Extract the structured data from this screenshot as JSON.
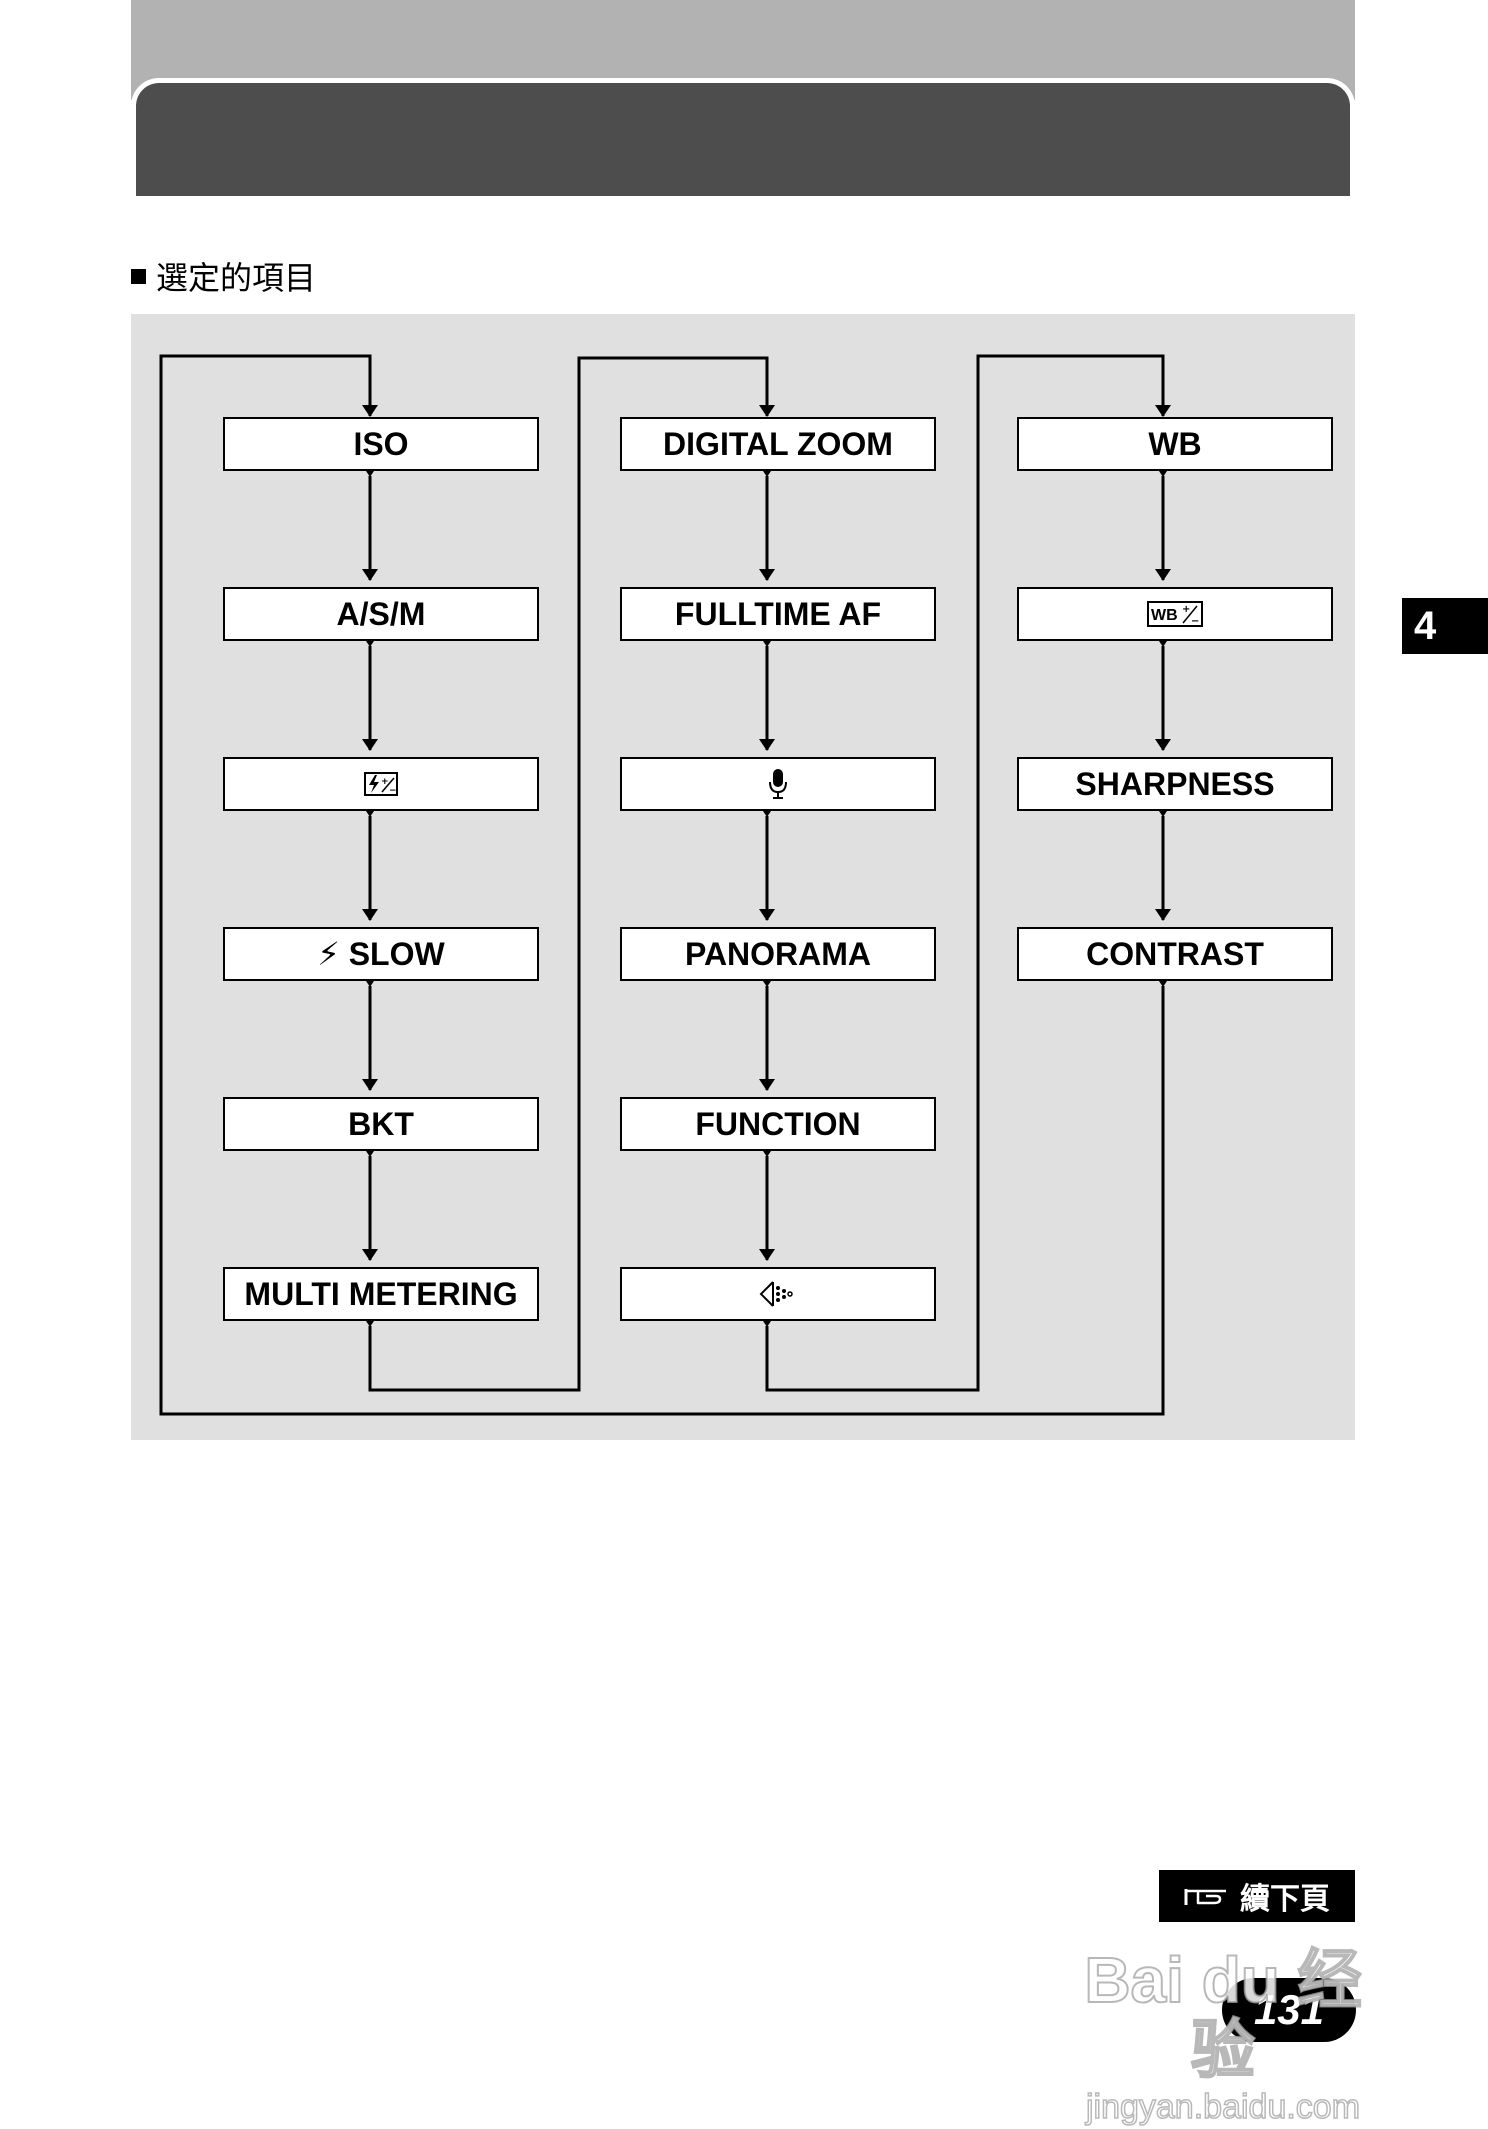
{
  "section": {
    "heading": "選定的項目"
  },
  "flow": {
    "columns": [
      {
        "items": [
          "ISO",
          "A/S/M",
          "flash-exposure-compensation-icon",
          "⚡ SLOW",
          "BKT",
          "MULTI METERING"
        ]
      },
      {
        "items": [
          "DIGITAL ZOOM",
          "FULLTIME AF",
          "microphone-icon",
          "PANORAMA",
          "FUNCTION",
          "noise-reduction-icon"
        ]
      },
      {
        "items": [
          "WB",
          "wb-compensation-icon",
          "SHARPNESS",
          "CONTRAST"
        ]
      }
    ]
  },
  "chapter": {
    "number": "4"
  },
  "footer": {
    "continue_label": "續下頁",
    "page_number": "131"
  },
  "watermark": {
    "brand": "Bai du 经验",
    "url": "jingyan.baidu.com"
  },
  "colors": {
    "header": "#4d4d4d",
    "top_band": "#b2b2b2",
    "panel": "#e0e0e0"
  }
}
